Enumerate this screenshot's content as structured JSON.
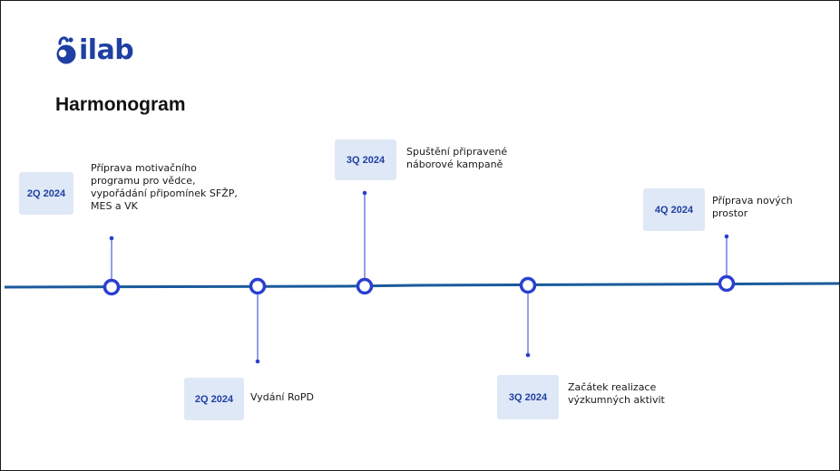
{
  "logo": {
    "text": "ilab"
  },
  "title": "Harmonogram",
  "milestones": [
    {
      "quarter": "2Q 2024",
      "text": "Příprava motivačního\nprogramu pro vědce,\nvypořádání připomínek SFŽP,\nMES a VK",
      "position": "above"
    },
    {
      "quarter": "2Q 2024",
      "text": "Vydání RoPD",
      "position": "below"
    },
    {
      "quarter": "3Q 2024",
      "text": "Spuštění připravené\nnáborové kampaně",
      "position": "above"
    },
    {
      "quarter": "3Q 2024",
      "text": "Začátek realizace\nvýzkumných aktivit",
      "position": "below"
    },
    {
      "quarter": "4Q 2024",
      "text": "Příprava nových\nprostor",
      "position": "above"
    }
  ],
  "colors": {
    "line": "#1a5a9c",
    "node": "#2a3fd0",
    "badge_bg": "#dfe8f6",
    "accent": "#1f3fa3"
  }
}
